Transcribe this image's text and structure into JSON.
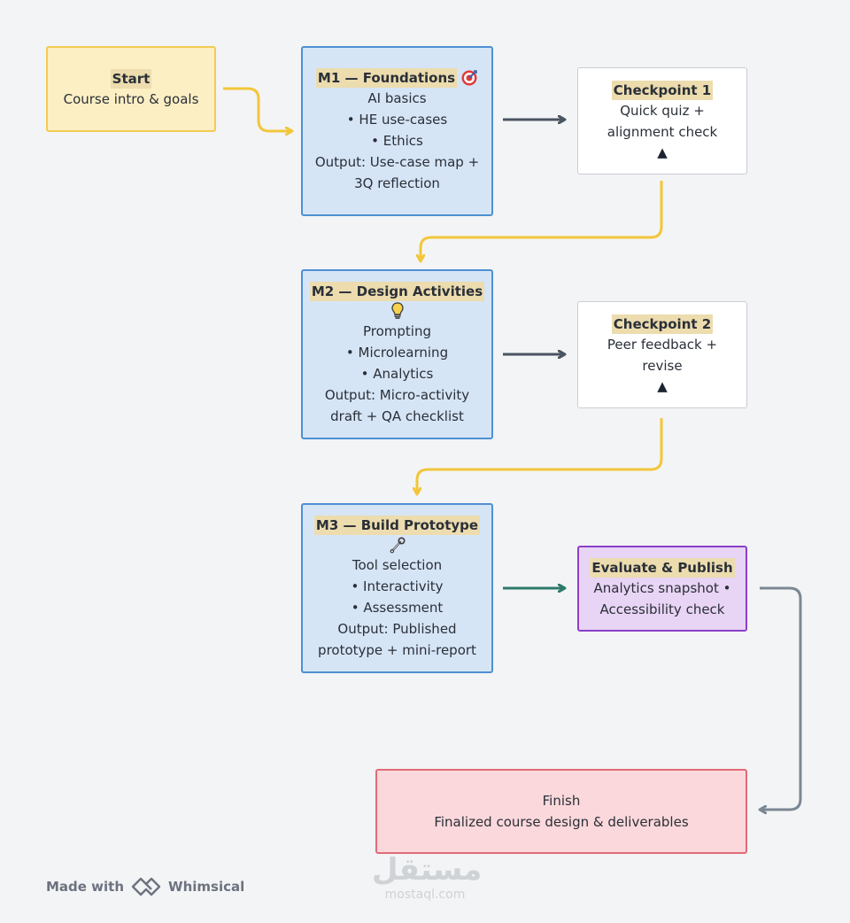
{
  "colors": {
    "yellow_connector": "#f3c63a",
    "dark_connector": "#4a5462",
    "green_connector": "#2d7a6a",
    "gray_connector": "#7c8794"
  },
  "nodes": {
    "start": {
      "title": "Start",
      "lines": [
        "Course intro & goals"
      ]
    },
    "m1": {
      "title": "M1 — Foundations",
      "icon": "target-icon",
      "lines": [
        "AI basics",
        "• HE use-cases",
        "• Ethics",
        "Output: Use-case map +",
        "3Q reflection"
      ]
    },
    "cp1": {
      "title": "Checkpoint 1",
      "lines": [
        "Quick quiz +",
        "alignment check"
      ],
      "marker": "▲"
    },
    "m2": {
      "title": "M2 — Design Activities",
      "icon": "lightbulb-icon",
      "lines": [
        "Prompting",
        "• Microlearning",
        "• Analytics",
        "Output: Micro-activity",
        "draft + QA checklist"
      ]
    },
    "cp2": {
      "title": "Checkpoint 2",
      "lines": [
        "Peer feedback +",
        "revise"
      ],
      "marker": "▲"
    },
    "m3": {
      "title": "M3 — Build Prototype",
      "icon": "wrench-icon",
      "lines": [
        "Tool selection",
        "• Interactivity",
        "• Assessment",
        "Output: Published",
        "prototype + mini-report"
      ]
    },
    "eval": {
      "title": "Evaluate & Publish",
      "lines": [
        "Analytics snapshot •",
        "Accessibility check"
      ]
    },
    "finish": {
      "lines": [
        "Finish",
        "Finalized course design & deliverables"
      ]
    }
  },
  "footer": {
    "made_with": "Made with",
    "brand": "Whimsical",
    "icon": "whimsical-logo-icon"
  },
  "watermark": {
    "arabic": "مستقل",
    "latin": "mostaql.com"
  }
}
